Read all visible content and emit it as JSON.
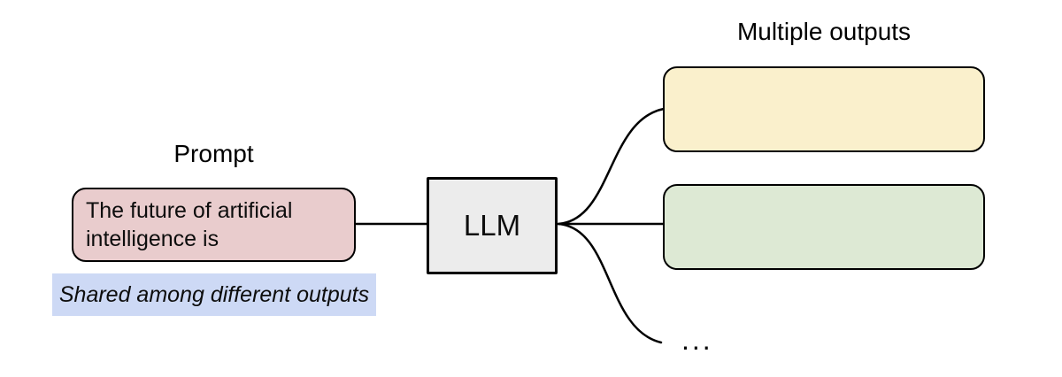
{
  "diagram": {
    "prompt_label": "Prompt",
    "prompt_box_text": "The future of artificial intelligence is",
    "shared_note": "Shared among different outputs",
    "llm_label": "LLM",
    "outputs_label": "Multiple outputs",
    "ellipsis": "...",
    "colors": {
      "prompt_box_fill": "#e9cccd",
      "llm_box_fill": "#ececec",
      "output_box_yellow_fill": "#faf0cc",
      "output_box_green_fill": "#dde9d4",
      "note_highlight_fill": "#cdd9f5",
      "stroke": "#000000",
      "background": "#ffffff"
    }
  }
}
